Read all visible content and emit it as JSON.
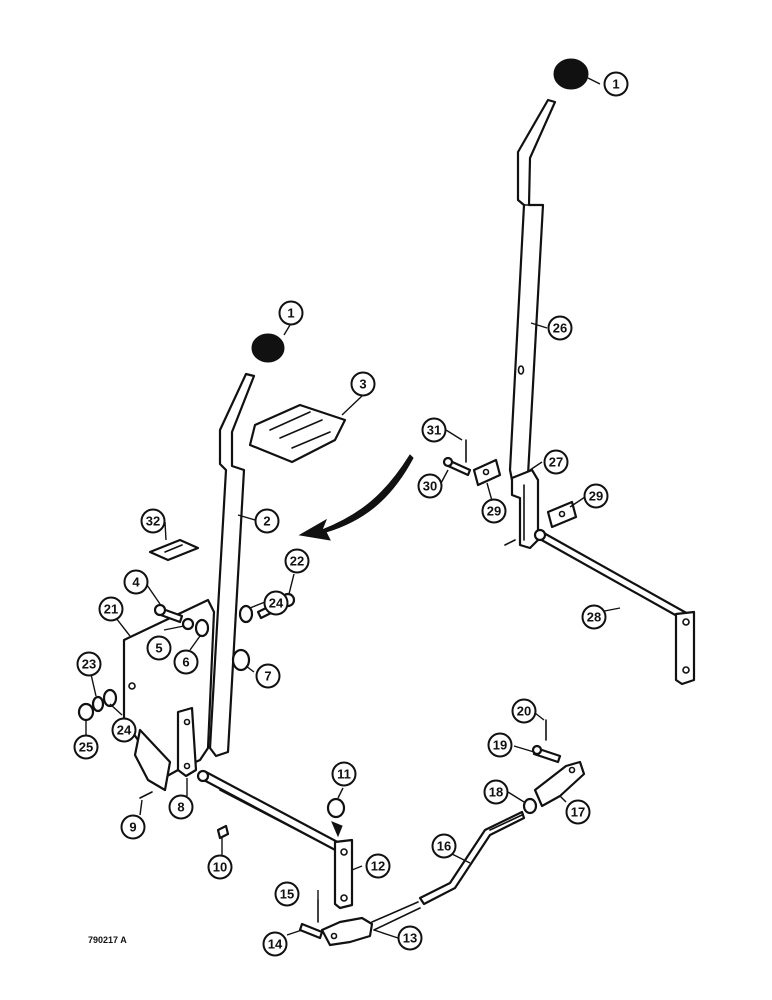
{
  "drawing_number": "790217 A",
  "callouts": [
    {
      "label": "1"
    },
    {
      "label": "1"
    },
    {
      "label": "2"
    },
    {
      "label": "3"
    },
    {
      "label": "4"
    },
    {
      "label": "5"
    },
    {
      "label": "6"
    },
    {
      "label": "7"
    },
    {
      "label": "8"
    },
    {
      "label": "9"
    },
    {
      "label": "10"
    },
    {
      "label": "11"
    },
    {
      "label": "12"
    },
    {
      "label": "13"
    },
    {
      "label": "14"
    },
    {
      "label": "15"
    },
    {
      "label": "16"
    },
    {
      "label": "17"
    },
    {
      "label": "18"
    },
    {
      "label": "19"
    },
    {
      "label": "20"
    },
    {
      "label": "21"
    },
    {
      "label": "22"
    },
    {
      "label": "23"
    },
    {
      "label": "24"
    },
    {
      "label": "24"
    },
    {
      "label": "25"
    },
    {
      "label": "26"
    },
    {
      "label": "27"
    },
    {
      "label": "28"
    },
    {
      "label": "29"
    },
    {
      "label": "29"
    },
    {
      "label": "30"
    },
    {
      "label": "31"
    },
    {
      "label": "32"
    }
  ],
  "colors": {
    "ink": "#111111",
    "paper": "#ffffff"
  }
}
